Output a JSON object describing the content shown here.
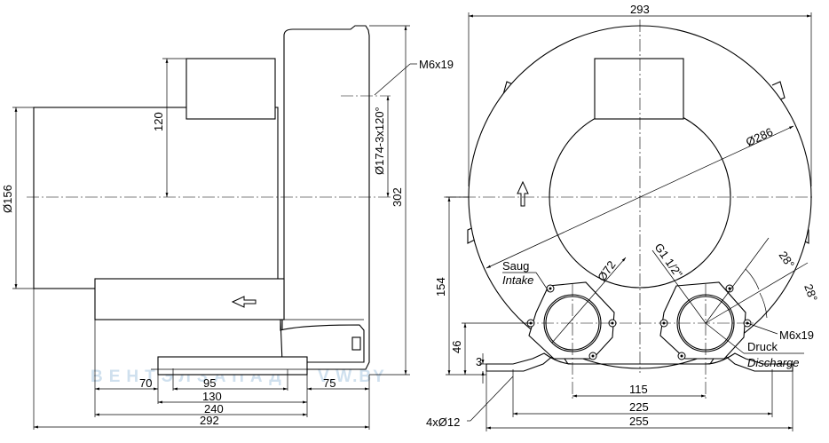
{
  "side_view": {
    "dims": {
      "d156": "Ø156",
      "h120": "120",
      "h302": "302",
      "pcd": "Ø174-3x120°",
      "thread": "M6x19",
      "w70": "70",
      "w95": "95",
      "w75": "75",
      "w130": "130",
      "w240": "240",
      "w292": "292"
    }
  },
  "front_view": {
    "dims": {
      "w293": "293",
      "d286": "Ø286",
      "d72": "Ø72",
      "g": "G1 1/2\"",
      "a28a": "28°",
      "a28b": "28°",
      "thread": "M6x19",
      "h154": "154",
      "h46": "46",
      "h3": "3",
      "w115": "115",
      "w225": "225",
      "w255": "255",
      "holes": "4xØ12"
    },
    "labels": {
      "saug": "Saug",
      "intake": "Intake",
      "druck": "Druck",
      "discharge": "Discharge"
    }
  },
  "watermark": {
    "left": "ВЕНТЭЛЗАПАД",
    "right": "V.W.BY"
  },
  "colors": {
    "line": "#000000",
    "watermark": "#cfe0ee"
  }
}
